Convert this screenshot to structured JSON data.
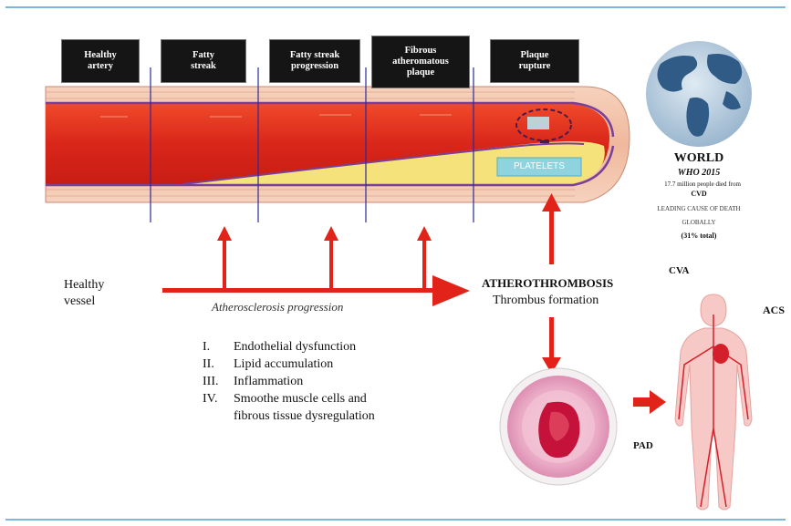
{
  "stages": [
    {
      "label": "Healthy\nartery"
    },
    {
      "label": "Fatty\nstreak"
    },
    {
      "label": "Fatty streak\nprogression"
    },
    {
      "label": "Fibrous\natheromatous\nplaque"
    },
    {
      "label": "Plaque\nrupture"
    }
  ],
  "artery": {
    "platelets_label": "PLATELETS"
  },
  "world_panel": {
    "title": "WORLD",
    "source": "WHO 2015",
    "deaths": "17.7 million people died from",
    "cvd": "CVD",
    "leading": "LEADING CAUSE OF DEATH",
    "globally": "GLOBALLY",
    "share": "(31% total)"
  },
  "main": {
    "healthy_vessel": "Healthy\nvessel",
    "progression_label": "Atherosclerosis progression",
    "atherothrombosis": "ATHEROTHROMBOSIS",
    "thrombus": "Thrombus formation"
  },
  "mechanisms": [
    {
      "num": "I.",
      "text": "Endothelial dysfunction"
    },
    {
      "num": "II.",
      "text": "Lipid accumulation"
    },
    {
      "num": "III.",
      "text": "Inflammation"
    },
    {
      "num": "IV.",
      "text": "Smoothe muscle cells and"
    },
    {
      "num": "",
      "text": "fibrous tissue dysregulation"
    }
  ],
  "outcomes": {
    "cva": "CVA",
    "acs": "ACS",
    "pad": "PAD"
  },
  "colors": {
    "lumen": "#e8311c",
    "wall": "#f4c7ad",
    "plaque": "#f5e27a",
    "intima": "#7a3f97",
    "arrow": "#e2231a",
    "frame": "#7fb6dc",
    "box": "#151515"
  }
}
